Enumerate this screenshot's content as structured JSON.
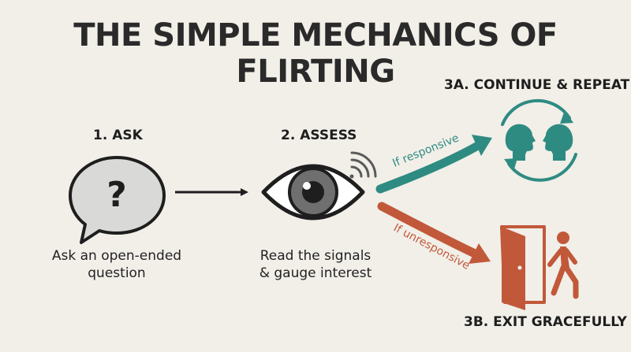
{
  "title": "THE SIMPLE MECHANICS OF FLIRTING",
  "steps": {
    "ask": {
      "label": "1. ASK",
      "desc_line1": "Ask an open-ended",
      "desc_line2": "question",
      "icon_glyph": "?"
    },
    "assess": {
      "label": "2. ASSESS",
      "desc_line1": "Read the signals",
      "desc_line2": "& gauge interest"
    },
    "continue": {
      "label": "3A. CONTINUE & REPEAT"
    },
    "exit": {
      "label": "3B. EXIT GRACEFULLY"
    }
  },
  "branches": {
    "responsive": "If responsive",
    "unresponsive": "If unresponsive"
  },
  "colors": {
    "background": "#f1efe8",
    "teal": "#2e8b82",
    "rust": "#c2583a",
    "dark": "#1e1e1e",
    "bubble": "#d8d8d6"
  },
  "icons": [
    "speech-bubble-question-icon",
    "eye-icon",
    "signal-waves-icon",
    "two-heads-cycle-icon",
    "exit-door-walking-person-icon"
  ]
}
